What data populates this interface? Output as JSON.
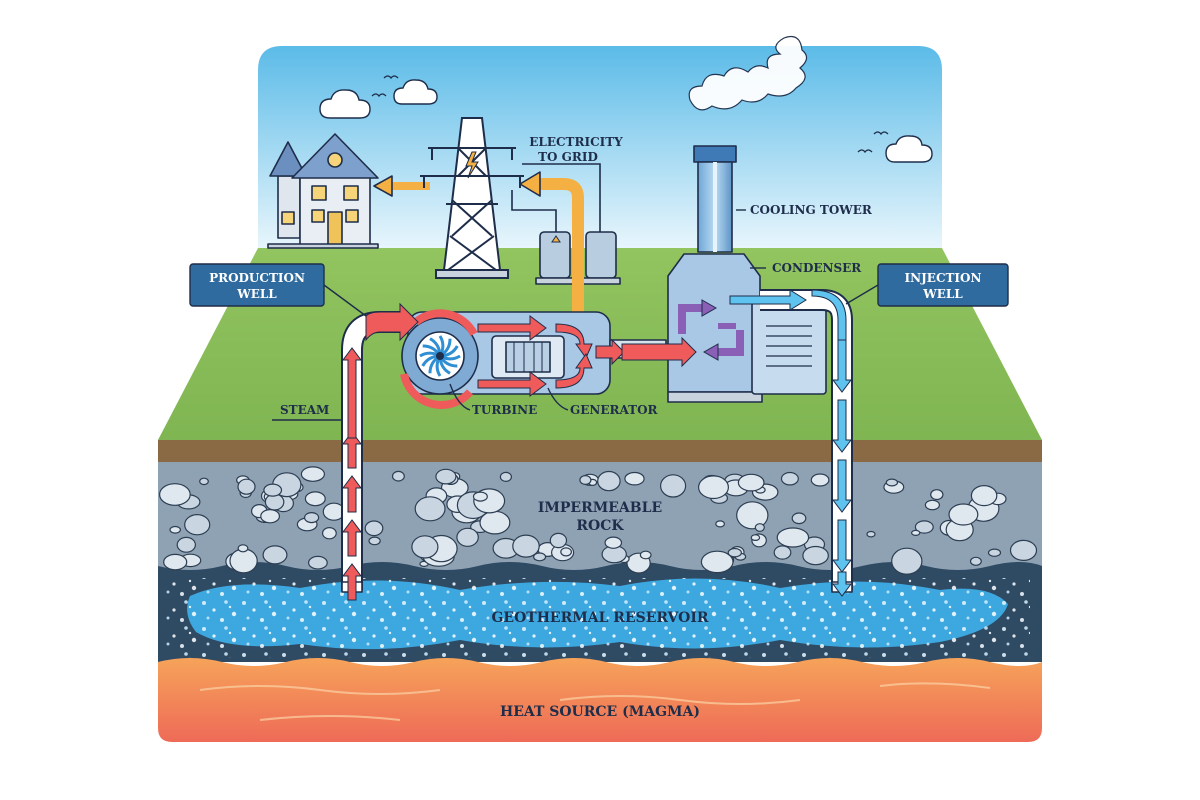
{
  "labels": {
    "electricity_to_grid": [
      "ELECTRICITY",
      "TO GRID"
    ],
    "cooling_tower": "COOLING TOWER",
    "condenser": "CONDENSER",
    "production_well": [
      "PRODUCTION",
      "WELL"
    ],
    "injection_well": [
      "INJECTION",
      "WELL"
    ],
    "steam": "STEAM",
    "turbine": "TURBINE",
    "generator": "GENERATOR",
    "impermeable_rock": [
      "IMPERMEABLE",
      "ROCK"
    ],
    "geothermal_reservoir": "GEOTHERMAL RESERVOIR",
    "heat_source": "HEAT SOURCE (MAGMA)"
  },
  "colors": {
    "sky_top": "#5bbbe8",
    "sky_bottom": "#e9f6fc",
    "grass": "#8dbf5c",
    "soil": "#8a6a45",
    "rock": "#8fa2b4",
    "reservoir": "#2f4a63",
    "water": "#3da8e0",
    "magma_top": "#f6a35a",
    "magma_bottom": "#ee6b57",
    "hot_flow": "#ef5a5a",
    "cold_flow": "#5ec3ee",
    "power_flow": "#f4b042",
    "label_box": "#2f6b9f",
    "outline": "#1e2d4a"
  },
  "icons": [
    "house-icon",
    "power-tower-icon",
    "transformer-icon",
    "cloud-icon",
    "bird-icon",
    "turbine-fan-icon",
    "steam-cloud-icon"
  ]
}
